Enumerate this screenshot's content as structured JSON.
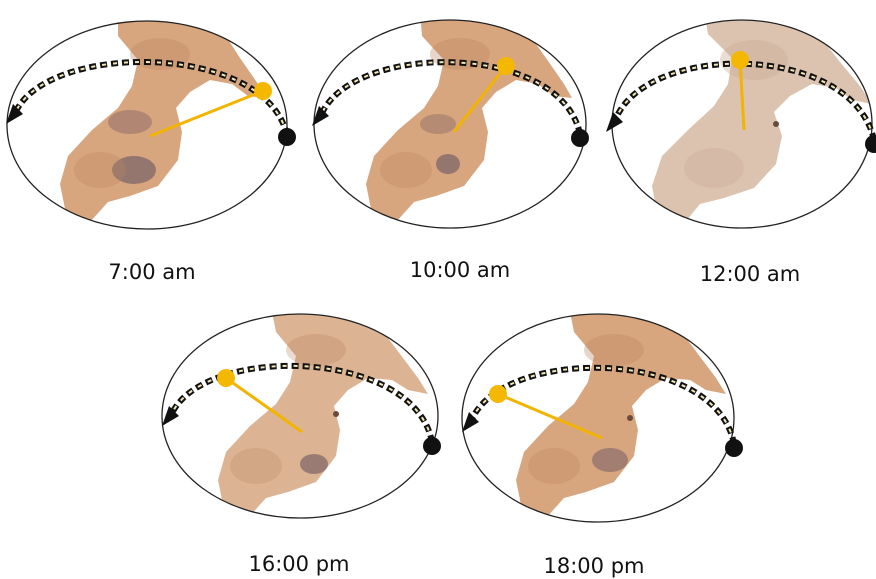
{
  "panels": [
    {
      "label": "7:00 am",
      "tone": "sand"
    },
    {
      "label": "10:00 am",
      "tone": "sand"
    },
    {
      "label": "12:00 am",
      "tone": "pale"
    },
    {
      "label": "16:00 pm",
      "tone": "sand"
    },
    {
      "label": "18:00 pm",
      "tone": "sand"
    }
  ],
  "colors": {
    "sun": "#f5b800",
    "sun_line": "#f2b400",
    "path_dash": "#111111",
    "path_gap": "#f3e7b8",
    "rock_sand": "#d7a57e",
    "rock_sand_dark": "#b98660",
    "rock_pale": "#dcc3b0",
    "shadow": "#8a6d6c",
    "outline": "#222222"
  }
}
